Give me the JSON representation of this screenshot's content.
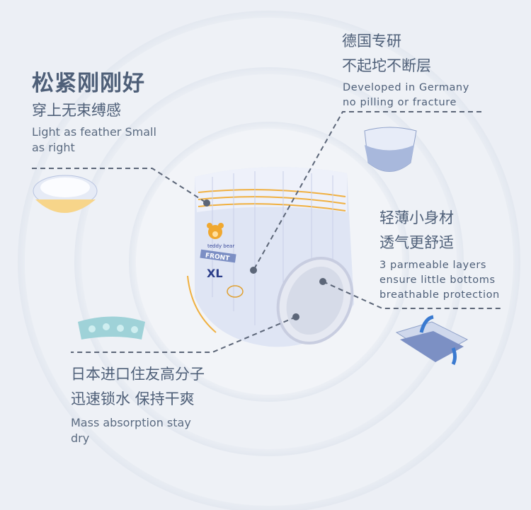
{
  "feature_fit": {
    "title": "松紧刚刚好",
    "subtitle": "穿上无束缚感",
    "english_line1": "Light as feather Small",
    "english_line2": "as right"
  },
  "feature_germany": {
    "title_line1": "德国专研",
    "title_line2": "不起坨不断层",
    "english_line1": "Developed in Germany",
    "english_line2": "no pilling or fracture"
  },
  "feature_breathable": {
    "title_line1": "轻薄小身材",
    "title_line2": "透气更舒适",
    "english_line1": "3 parmeable layers",
    "english_line2": "ensure little bottoms",
    "english_line3": "breathable protection"
  },
  "feature_absorb": {
    "title_line1": "日本进口住友高分子",
    "title_line2": "迅速锁水 保持干爽",
    "english_line1": "Mass absorption stay",
    "english_line2": "dry"
  },
  "product": {
    "brand": "teddy bear",
    "front_label": "FRONT",
    "size": "XL"
  },
  "colors": {
    "text": "#4e5f78",
    "accent_orange": "#f0a830",
    "diaper_blue": "#7c8fc4"
  }
}
